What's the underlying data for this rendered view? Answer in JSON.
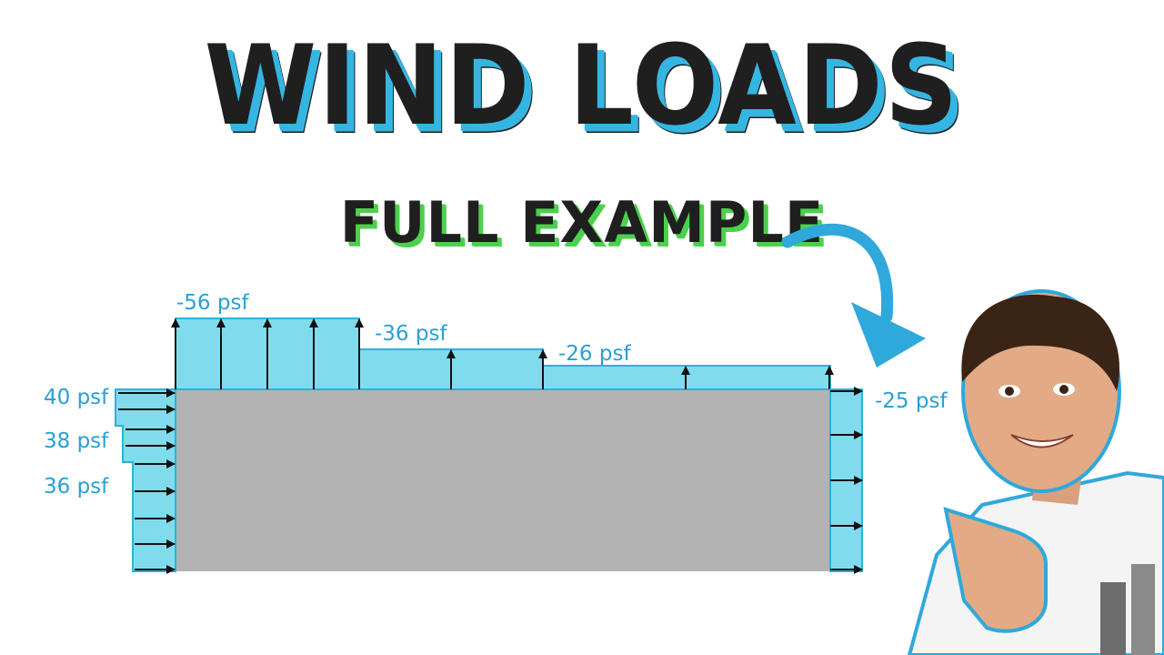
{
  "title": {
    "main": "WIND LOADS",
    "sub": "FULL EXAMPLE"
  },
  "colors": {
    "load_fill": "#80dcec",
    "load_stroke": "#29b4d8",
    "building": "#b3b3b3",
    "label_text": "#2a9fd6",
    "title_text": "#1f1f1f",
    "title_shadow": "#35b6e2",
    "subtitle_shadow": "#4bd14b",
    "arrow_callout": "#2fa8dc"
  },
  "diagram": {
    "windward_labels": [
      "40 psf",
      "38 psf",
      "36 psf"
    ],
    "roof_labels": [
      "-56 psf",
      "-36 psf",
      "-26 psf"
    ],
    "leeward_label": "-25 psf"
  }
}
